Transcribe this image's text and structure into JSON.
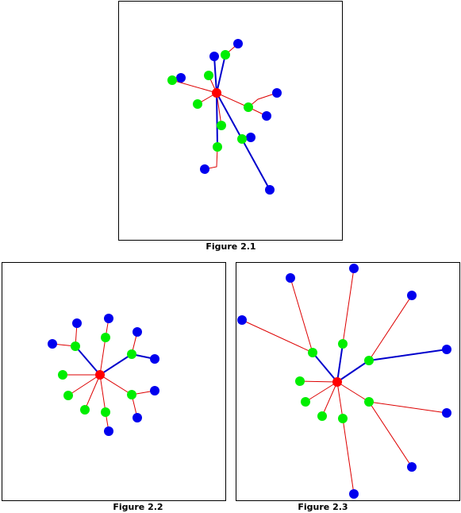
{
  "colors": {
    "center": "#ff0000",
    "inner": "#00ee00",
    "outer": "#0000ee",
    "red_edge": "#dd0000",
    "blue_edge": "#0000cc"
  },
  "figures": [
    {
      "caption": "Figure 2.1"
    },
    {
      "caption": "Figure 2.2"
    },
    {
      "caption": "Figure 2.3"
    }
  ]
}
